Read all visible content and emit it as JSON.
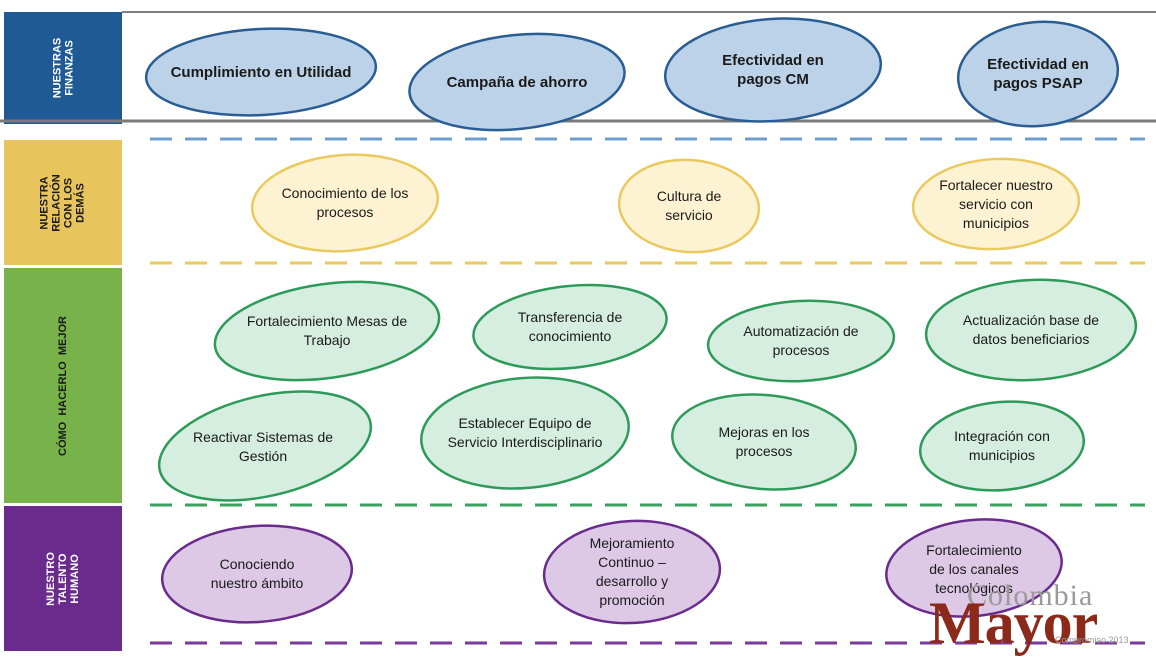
{
  "colors": {
    "finanzas": "#1f5a95",
    "relacion": "#e8c45c",
    "procesos": "#77b24a",
    "talento": "#6a2b8c",
    "blue_fill": "#bcd2e8",
    "blue_stroke": "#2a5d93",
    "yellow_fill": "#fdf3d2",
    "yellow_stroke": "#eac95f",
    "green_fill": "#d5eee0",
    "green_stroke": "#2e9a5a",
    "purple_fill": "#ddc8e6",
    "purple_stroke": "#6a2b8c"
  },
  "bands": [
    {
      "label": "NUESTRAS\nFINANZAS"
    },
    {
      "label": "NUESTRA\nRELACIÓN\nCON LOS\nDEMÁS"
    },
    {
      "label": "CÓMO  HACERLO  MEJOR"
    },
    {
      "label": "NUESTRO\nTALENTO\nHUMANO"
    }
  ],
  "finanzas": [
    {
      "text": "Cumplimiento en Utilidad"
    },
    {
      "text": "Campaña de ahorro"
    },
    {
      "text": "Efectividad en pagos CM"
    },
    {
      "text": "Efectividad en pagos PSAP"
    }
  ],
  "relacion": [
    {
      "text": "Conocimiento de los procesos"
    },
    {
      "text": "Cultura de servicio"
    },
    {
      "text": "Fortalecer nuestro servicio con municipios"
    }
  ],
  "procesos": [
    {
      "text": "Fortalecimiento Mesas de Trabajo"
    },
    {
      "text": "Transferencia de conocimiento"
    },
    {
      "text": "Automatización de procesos"
    },
    {
      "text": "Actualización base de datos beneficiarios"
    },
    {
      "text": "Reactivar Sistemas de Gestión"
    },
    {
      "text": "Establecer Equipo de Servicio Interdisciplinario"
    },
    {
      "text": "Mejoras en los procesos"
    },
    {
      "text": "Integración con municipios"
    }
  ],
  "talento": [
    {
      "text": "Conociendo nuestro ámbito"
    },
    {
      "text": "Mejoramiento Continuo – desarrollo y promoción"
    },
    {
      "text": "Fortalecimiento de los canales tecnológicos"
    }
  ],
  "logo": {
    "line1": "Colombia",
    "line2": "Mayor",
    "line3": "Compromiso 2013"
  }
}
